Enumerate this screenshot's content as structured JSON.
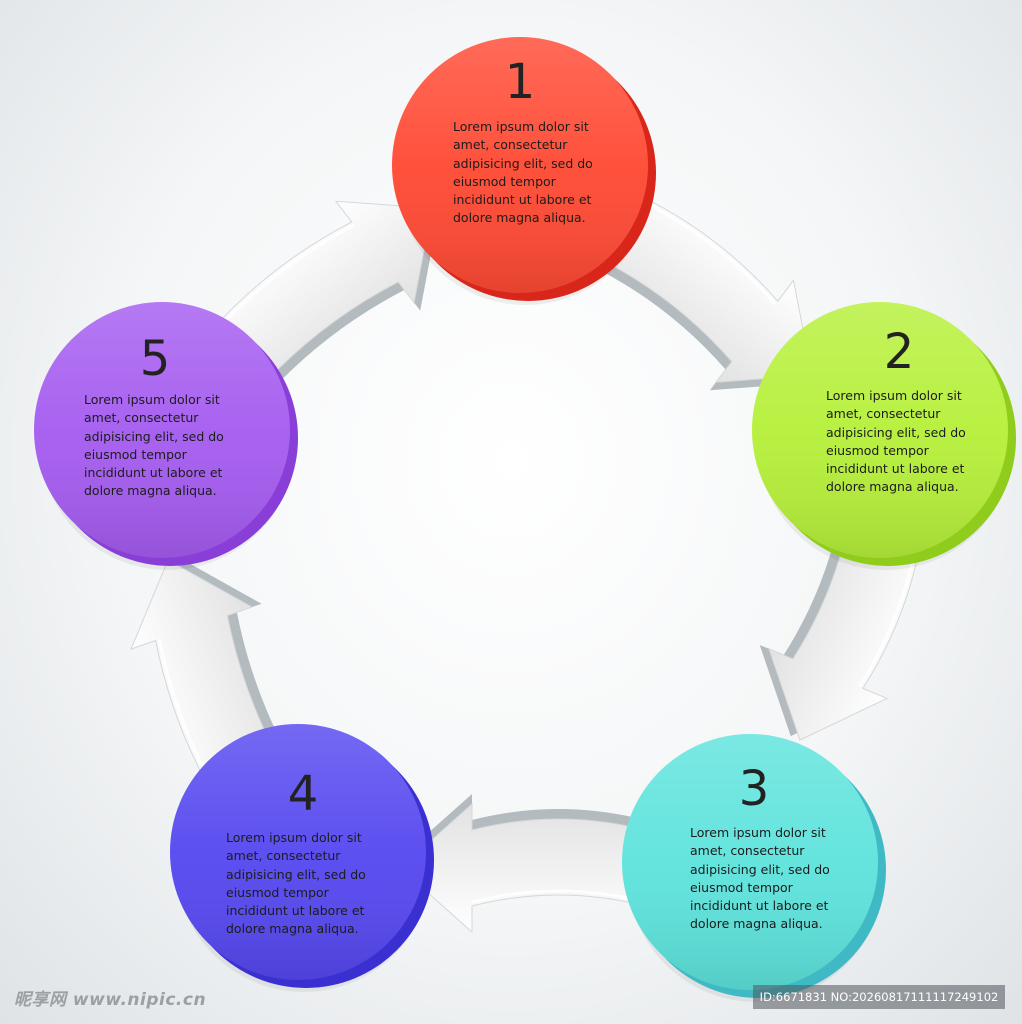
{
  "nodes": [
    {
      "number": "1",
      "color": "#ff4a34",
      "side_color": "#d9261a",
      "text": "Lorem ipsum dolor sit\namet, consectetur\nadipisicing elit, sed do\neiusmod tempor\nincididunt ut labore et\ndolore magna aliqua."
    },
    {
      "number": "2",
      "color": "#b6f03a",
      "side_color": "#8fcc1c",
      "text": "Lorem ipsum dolor sit\namet, consectetur\nadipisicing elit, sed do\neiusmod tempor\nincididunt ut labore et\ndolore magna aliqua."
    },
    {
      "number": "3",
      "color": "#5ee3dc",
      "side_color": "#3fb9c4",
      "text": "Lorem ipsum dolor sit\namet, consectetur\nadipisicing elit, sed do\neiusmod tempor\nincididunt ut labore et\ndolore magna aliqua."
    },
    {
      "number": "4",
      "color": "#5648f0",
      "side_color": "#3a2fd0",
      "text": "Lorem ipsum dolor sit\namet, consectetur\nadipisicing elit, sed do\neiusmod tempor\nincididunt ut labore et\ndolore magna aliqua."
    },
    {
      "number": "5",
      "color": "#a55cf0",
      "side_color": "#8a3ed8",
      "text": "Lorem ipsum dolor sit\namet, consectetur\nadipisicing elit, sed do\neiusmod tempor\nincididunt ut labore et\ndolore magna aliqua."
    }
  ],
  "arrows": [
    {
      "from": "1",
      "to": "2"
    },
    {
      "from": "2",
      "to": "3"
    },
    {
      "from": "3",
      "to": "4"
    },
    {
      "from": "4",
      "to": "5"
    },
    {
      "from": "5",
      "to": "1"
    }
  ],
  "colors": {
    "arrow_face": "#ececec",
    "arrow_side": "#b3bbbf"
  },
  "watermark": {
    "left": "昵享网 www.nipic.cn",
    "right": "ID:6671831 NO:20260817111117249102"
  }
}
